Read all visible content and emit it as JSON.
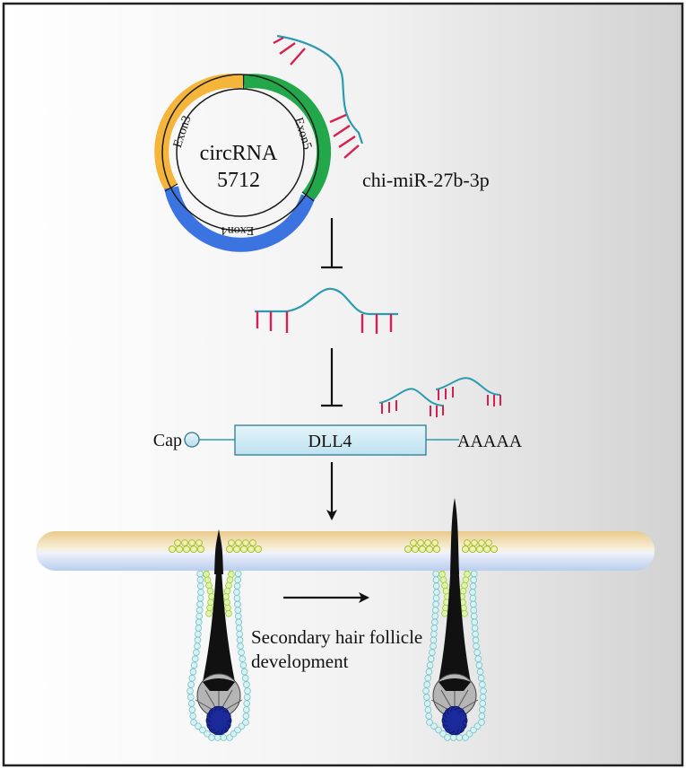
{
  "circ": {
    "name_line1": "circRNA",
    "name_line2": "5712",
    "exons": [
      {
        "label": "Exon3",
        "color": "#f5b53a"
      },
      {
        "label": "Exon5",
        "color": "#22a84a"
      },
      {
        "label": "Exon4",
        "color": "#3b73e0"
      }
    ]
  },
  "mirna": {
    "label": "chi-miR-27b-3p"
  },
  "mrna": {
    "cap_label": "Cap",
    "gene_label": "DLL4",
    "polya_label": "AAAAA"
  },
  "outcome": {
    "line1": "Secondary hair follicle",
    "line2": "development"
  },
  "colors": {
    "rna_strand": "#2b9bb0",
    "seed_ticks": "#d62050",
    "gene_box": "#cfeaf4",
    "skin_top": "#e9c98a",
    "skin_bottom": "#c9d8ef",
    "sheath_outer": "#6fc2c8",
    "sheath_inner": "#9ccc2c",
    "dermal_papilla": "#1a2a9a",
    "hair": "#111111"
  }
}
